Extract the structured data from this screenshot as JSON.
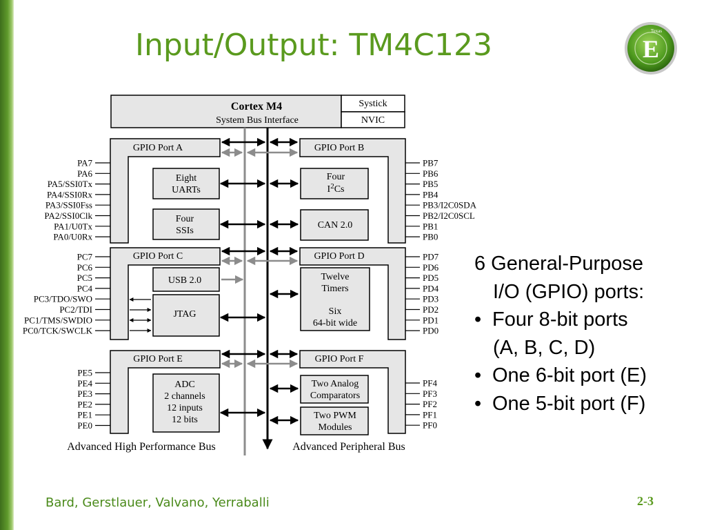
{
  "slide": {
    "title": "Input/Output: TM4C123",
    "authors": "Bard, Gerstlauer, Valvano, Yerraballi",
    "page_number": "2-3"
  },
  "bullets": {
    "line1": "6 General-Purpose",
    "line2": "I/O (GPIO) ports:",
    "items": [
      {
        "lines": [
          "Four 8-bit ports",
          "(A, B, C, D)"
        ]
      },
      {
        "lines": [
          "One 6-bit port (E)"
        ]
      },
      {
        "lines": [
          "One 5-bit port (F)"
        ]
      }
    ]
  },
  "logo": {
    "letter": "E",
    "tag": "Texas"
  },
  "diagram": {
    "cortex": {
      "title": "Cortex M4",
      "subtitle": "System Bus Interface"
    },
    "systick": "Systick",
    "nvic": "NVIC",
    "ports": {
      "a": "GPIO Port A",
      "b": "GPIO Port B",
      "c": "GPIO Port C",
      "d": "GPIO Port D",
      "e": "GPIO Port E",
      "f": "GPIO Port F"
    },
    "modules": {
      "uarts": [
        "Eight",
        "UARTs"
      ],
      "i2cs_line1": "Four",
      "i2cs_line2_pre": "I",
      "i2cs_line2_sup": "2",
      "i2cs_line2_post": "Cs",
      "ssis": [
        "Four",
        "SSIs"
      ],
      "can": "CAN 2.0",
      "usb": "USB 2.0",
      "timers": [
        "Twelve",
        "Timers",
        "Six",
        "64-bit wide"
      ],
      "jtag": "JTAG",
      "adc": [
        "ADC",
        "2 channels",
        "12 inputs",
        "12 bits"
      ],
      "comparators": [
        "Two Analog",
        "Comparators"
      ],
      "pwm": [
        "Two PWM",
        "Modules"
      ]
    },
    "pins": {
      "a": [
        "PA7",
        "PA6",
        "PA5/SSI0Tx",
        "PA4/SSI0Rx",
        "PA3/SSI0Fss",
        "PA2/SSI0Clk",
        "PA1/U0Tx",
        "PA0/U0Rx"
      ],
      "b": [
        "PB7",
        "PB6",
        "PB5",
        "PB4",
        "PB3/I2C0SDA",
        "PB2/I2C0SCL",
        "PB1",
        "PB0"
      ],
      "c": [
        "PC7",
        "PC6",
        "PC5",
        "PC4",
        "PC3/TDO/SWO",
        "PC2/TDI",
        "PC1/TMS/SWDIO",
        "PC0/TCK/SWCLK"
      ],
      "d": [
        "PD7",
        "PD6",
        "PD5",
        "PD4",
        "PD3",
        "PD2",
        "PD1",
        "PD0"
      ],
      "e": [
        "PE5",
        "PE4",
        "PE3",
        "PE2",
        "PE1",
        "PE0"
      ],
      "f": [
        "PF4",
        "PF3",
        "PF2",
        "PF1",
        "PF0"
      ]
    },
    "buses": {
      "ahb": "Advanced High Performance Bus",
      "apb": "Advanced Peripheral Bus"
    },
    "colors": {
      "box_fill": "#e6e6e6",
      "ahb_bus": "#8c8c8c",
      "apb_bus": "#000000"
    }
  }
}
